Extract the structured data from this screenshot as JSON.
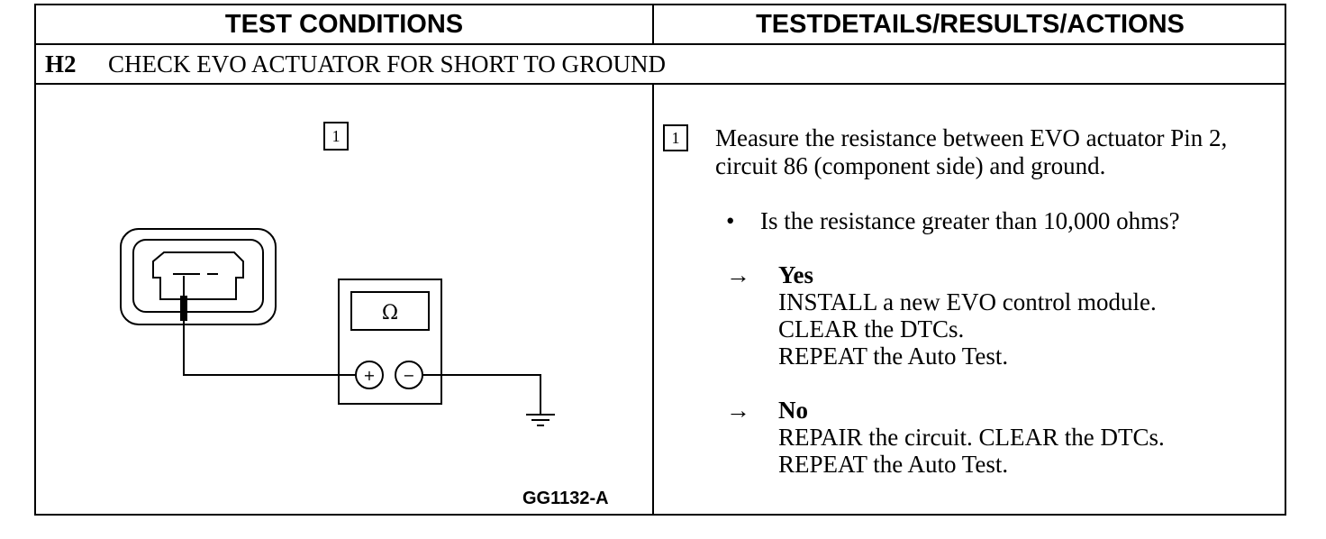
{
  "header": {
    "left": "TEST CONDITIONS",
    "right": "TESTDETAILS/RESULTS/ACTIONS"
  },
  "step": {
    "number": "H2",
    "title": "CHECK EVO ACTUATOR FOR SHORT TO GROUND"
  },
  "diagram": {
    "step_box": "1",
    "meter_symbol": "Ω",
    "plus": "+",
    "minus": "−",
    "figure_id": "GG1132-A"
  },
  "details": {
    "step_box": "1",
    "instruction": "Measure the resistance between EVO actuator Pin 2, circuit 86 (component side) and ground.",
    "bullet": "•",
    "question": "Is the resistance greater than 10,000 ohms?",
    "arrow": "→",
    "yes": {
      "label": "Yes",
      "lines": [
        "INSTALL a new EVO control module.",
        "CLEAR the  DTCs.",
        "REPEAT the Auto Test."
      ]
    },
    "no": {
      "label": "No",
      "lines": [
        "REPAIR the circuit. CLEAR the DTCs.",
        "REPEAT the Auto Test."
      ]
    }
  }
}
